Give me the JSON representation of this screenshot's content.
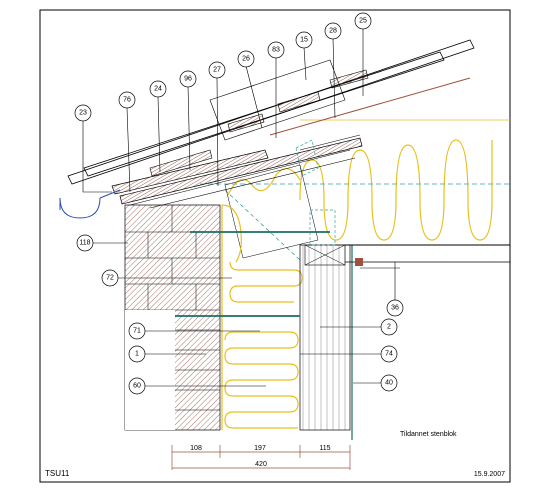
{
  "drawing": {
    "sheet_id": "TSU11",
    "date": "15.9.2007",
    "note": "Tildannet stenblok",
    "colors": {
      "line": "#000000",
      "insulation": "#e8c020",
      "tie": "#1a6e64",
      "membrane": "#a05040",
      "hatch": "#7a3a2a",
      "dashed": "#3aa0a0",
      "flashing": "#2a4fb0"
    }
  },
  "callouts": [
    {
      "id": "c23",
      "text": "23"
    },
    {
      "id": "c76",
      "text": "76"
    },
    {
      "id": "c24",
      "text": "24"
    },
    {
      "id": "c96",
      "text": "96"
    },
    {
      "id": "c27",
      "text": "27"
    },
    {
      "id": "c26",
      "text": "26"
    },
    {
      "id": "c83",
      "text": "83"
    },
    {
      "id": "c15",
      "text": "15"
    },
    {
      "id": "c28",
      "text": "28"
    },
    {
      "id": "c25",
      "text": "25"
    },
    {
      "id": "c118",
      "text": "118"
    },
    {
      "id": "c72",
      "text": "72"
    },
    {
      "id": "c36",
      "text": "36"
    },
    {
      "id": "c71",
      "text": "71"
    },
    {
      "id": "c2",
      "text": "2"
    },
    {
      "id": "c1",
      "text": "1"
    },
    {
      "id": "c74",
      "text": "74"
    },
    {
      "id": "c60",
      "text": "60"
    },
    {
      "id": "c40",
      "text": "40"
    }
  ],
  "dimensions": {
    "d108": "108",
    "d197": "197",
    "d115": "115",
    "total": "420"
  }
}
